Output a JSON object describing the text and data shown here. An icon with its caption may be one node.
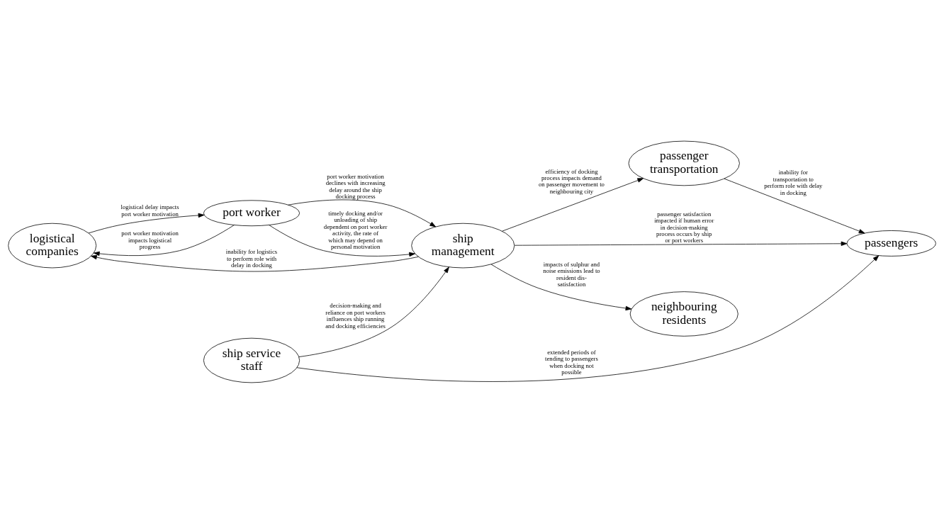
{
  "diagram": {
    "nodes": [
      {
        "text": [
          "logistical companies"
        ]
      },
      {
        "text": [
          "passenger transportation"
        ]
      },
      {
        "text": [
          "ship management"
        ]
      },
      {
        "text": [
          "passengers"
        ]
      },
      {
        "text": [
          "port worker"
        ]
      },
      {
        "text": [
          "neighbouring residents"
        ]
      },
      {
        "text": [
          "ship service staff"
        ]
      }
    ],
    "edges": [
      {
        "from": 2,
        "to": 0,
        "arrow": "to",
        "label": "inability for logistics to perform role with delay in docking"
      },
      {
        "from": 0,
        "to": 4,
        "arrow": "to",
        "label": "logistical delay impacts port worker motivation"
      },
      {
        "from": 4,
        "to": 0,
        "arrow": "to",
        "label": "port worker motivation impacts logistical progress"
      },
      {
        "from": 2,
        "to": 1,
        "arrow": "to",
        "label": "efficiency of docking process impacts demand on passenger movement to neighbouring city"
      },
      {
        "from": 1,
        "to": 3,
        "arrow": "to",
        "label": "inability for transportation to perform role with delay in docking"
      },
      {
        "from": 2,
        "to": 3,
        "arrow": "to",
        "label": "passenger satisfaction impacted if human error in decision-making process occurs by ship or port workers"
      },
      {
        "from": 4,
        "to": 2,
        "arrow": "to",
        "label": "port worker motivation declines with increasing delay around the ship docking process"
      },
      {
        "from": 4,
        "to": 2,
        "arrow": "to",
        "label": "timely docking and/or unloading of ship dependent on port worker activity, the rate of which may depend on personal motivation"
      },
      {
        "from": 2,
        "to": 5,
        "arrow": "to",
        "label": "impacts of sulphur and noise emissions lead to resident dis-satisfaction"
      },
      {
        "from": 6,
        "to": 2,
        "arrow": "to",
        "label": "decision-making and reliance on port workers influences ship running and docking efficiencies"
      },
      {
        "from": 6,
        "to": 3,
        "arrow": "to",
        "label": "extended periods of tending to passengers when docking not possible"
      }
    ]
  }
}
